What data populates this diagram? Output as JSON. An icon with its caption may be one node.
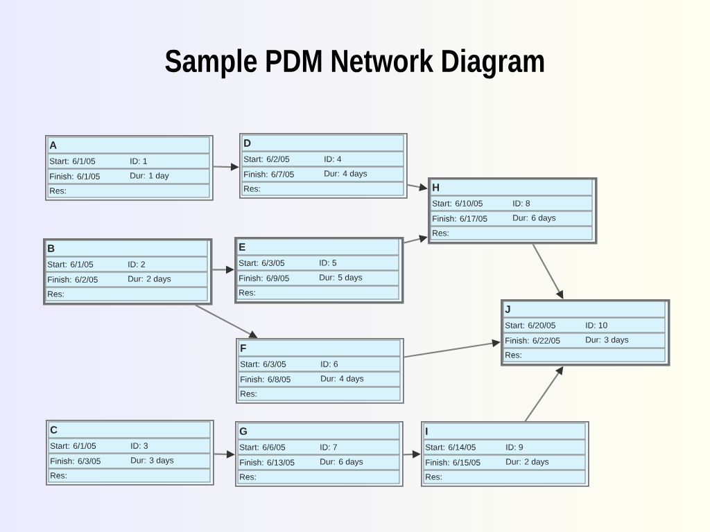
{
  "diagram": {
    "title": "Sample PDM Network Diagram",
    "nodes": [
      {
        "text": [
          "A",
          "Start: 6/1/05",
          "ID: 1",
          "Finish: 6/1/05",
          "Dur: 1 day",
          "Res:"
        ]
      },
      {
        "text": [
          "D",
          "Start: 6/2/05",
          "ID: 4",
          "Finish: 6/7/05",
          "Dur: 4 days",
          "Res:"
        ]
      },
      {
        "text": [
          "H",
          "Start: 6/10/05",
          "ID: 8",
          "Finish: 6/17/05",
          "Dur: 6 days",
          "Res:"
        ]
      },
      {
        "text": [
          "B",
          "Start: 6/1/05",
          "ID: 2",
          "Finish: 6/2/05",
          "Dur: 2 days",
          "Res:"
        ]
      },
      {
        "text": [
          "E",
          "Start: 6/3/05",
          "ID: 5",
          "Finish: 6/9/05",
          "Dur: 5 days",
          "Res:"
        ]
      },
      {
        "text": [
          "J",
          "Start: 6/20/05",
          "ID: 10",
          "Finish: 6/22/05",
          "Dur: 3 days",
          "Res:"
        ]
      },
      {
        "text": [
          "F",
          "Start: 6/3/05",
          "ID: 6",
          "Finish: 6/8/05",
          "Dur: 4 days",
          "Res:"
        ]
      },
      {
        "text": [
          "C",
          "Start: 6/1/05",
          "ID: 3",
          "Finish: 6/3/05",
          "Dur: 3 days",
          "Res:"
        ]
      },
      {
        "text": [
          "G",
          "Start: 6/6/05",
          "ID: 7",
          "Finish: 6/13/05",
          "Dur: 6 days",
          "Res:"
        ]
      },
      {
        "text": [
          "I",
          "Start: 6/14/05",
          "ID: 9",
          "Finish: 6/15/05",
          "Dur: 2 days",
          "Res:"
        ]
      }
    ],
    "edges": [
      {
        "from": 0,
        "to": 1,
        "arrow": "to"
      },
      {
        "from": 1,
        "to": 2,
        "arrow": "to"
      },
      {
        "from": 3,
        "to": 4,
        "arrow": "to"
      },
      {
        "from": 4,
        "to": 2,
        "arrow": "to"
      },
      {
        "from": 3,
        "to": 6,
        "arrow": "to"
      },
      {
        "from": 2,
        "to": 5,
        "arrow": "to"
      },
      {
        "from": 6,
        "to": 5,
        "arrow": "to"
      },
      {
        "from": 7,
        "to": 8,
        "arrow": "to"
      },
      {
        "from": 8,
        "to": 9,
        "arrow": "to"
      },
      {
        "from": 9,
        "to": 5,
        "arrow": "to"
      }
    ]
  }
}
